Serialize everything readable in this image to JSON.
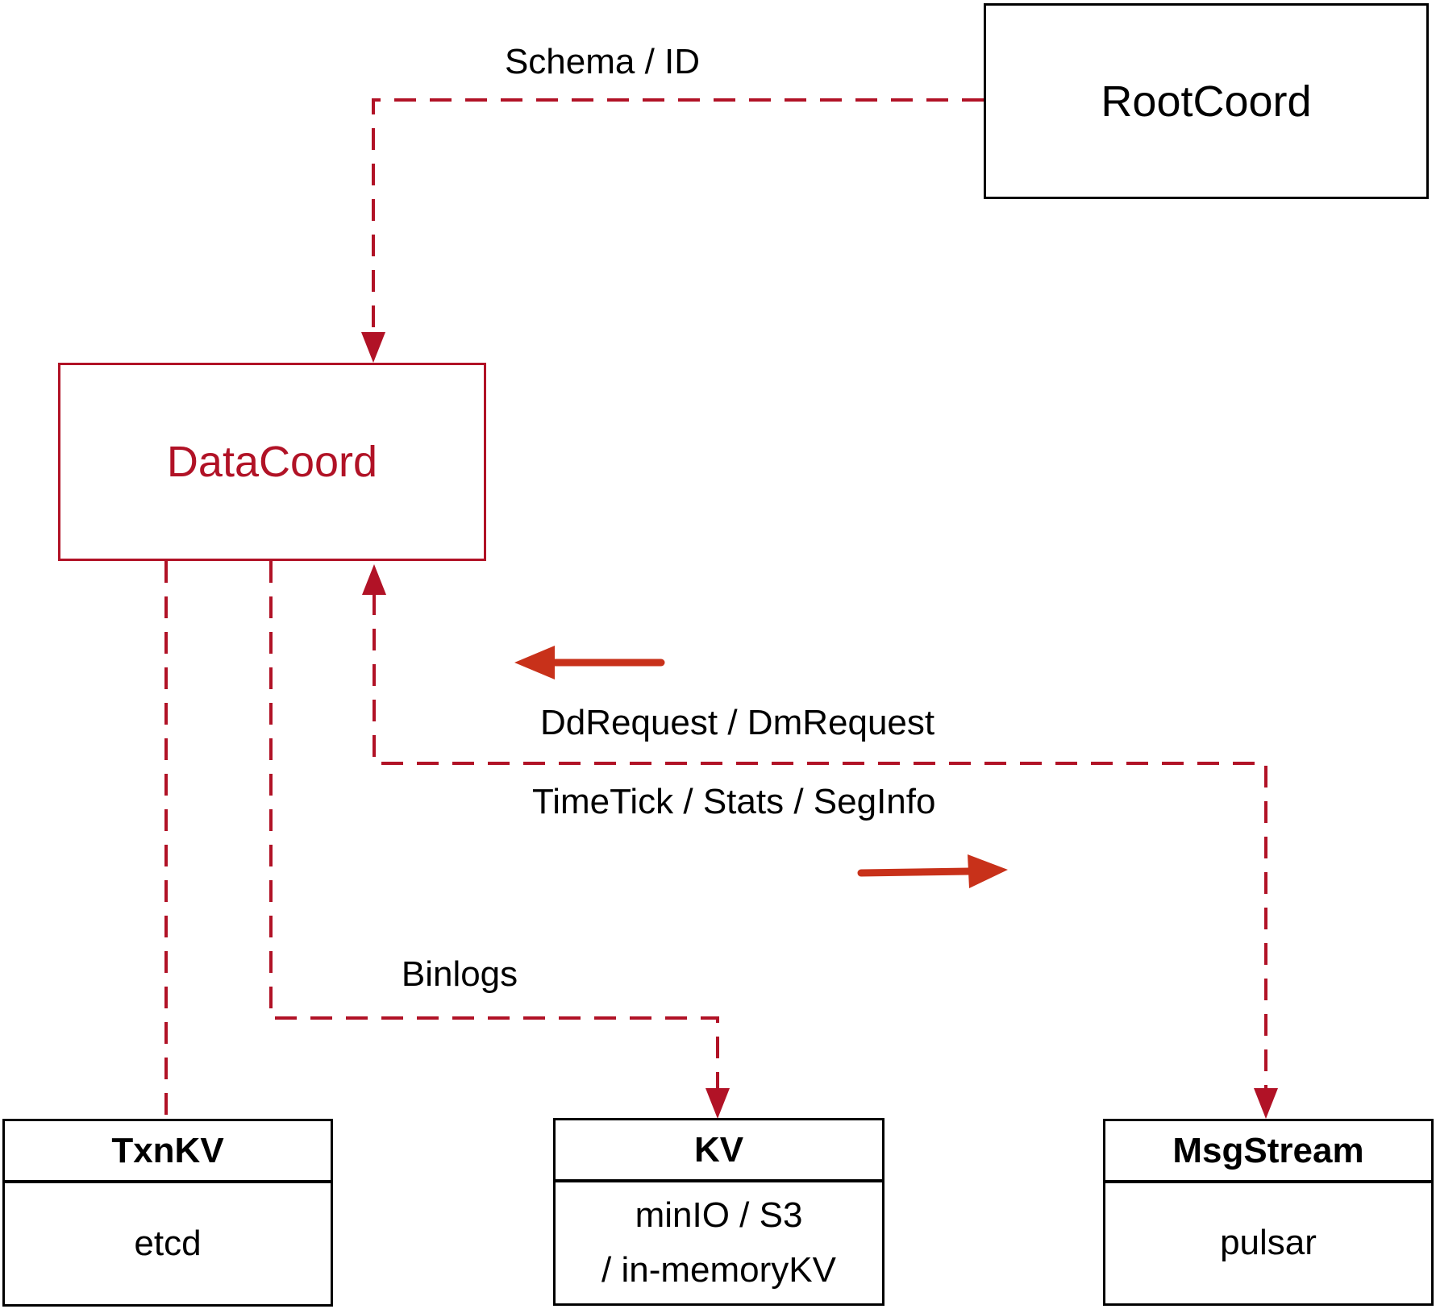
{
  "diagram": {
    "nodes": {
      "rootcoord": {
        "label": "RootCoord"
      },
      "datacoord": {
        "label": "DataCoord"
      },
      "txnkv": {
        "title": "TxnKV",
        "body": "etcd"
      },
      "kv": {
        "title": "KV",
        "body_line1": "minIO / S3",
        "body_line2": "/ in-memoryKV"
      },
      "msgstream": {
        "title": "MsgStream",
        "body": "pulsar"
      }
    },
    "edges": {
      "schema_id": {
        "label": "Schema / ID",
        "from": "RootCoord",
        "to": "DataCoord"
      },
      "dd_dm_request": {
        "label": "DdRequest / DmRequest",
        "from": "MsgStream",
        "to": "DataCoord"
      },
      "timetick": {
        "label": "TimeTick / Stats / SegInfo",
        "from": "DataCoord",
        "to": "MsgStream"
      },
      "binlogs": {
        "label": "Binlogs",
        "from": "DataCoord",
        "to": "KV"
      },
      "txnkv_link": {
        "label": "",
        "from": "DataCoord",
        "to": "TxnKV"
      }
    },
    "colors": {
      "dashed_line": "#b11226",
      "datacoord_accent": "#b11226",
      "solid_arrow": "#c8311a",
      "node_border": "#000000",
      "text": "#000000",
      "background": "#ffffff"
    }
  }
}
